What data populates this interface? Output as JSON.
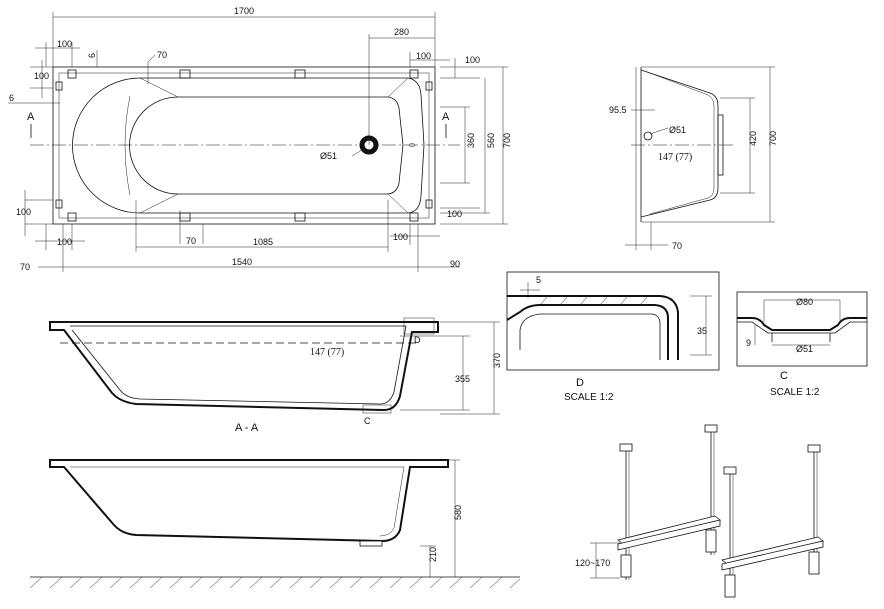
{
  "top_view": {
    "overall_length": "1700",
    "dim_280": "280",
    "dim_100_tl": "100",
    "dim_6_top": "6",
    "dim_70_top": "70",
    "dim_100_tr": "100",
    "dim_100_tr2": "100",
    "dim_100_left": "100",
    "dim_6_left": "6",
    "dim_360": "360",
    "dim_560": "560",
    "dim_700": "700",
    "drain_label": "Ø51",
    "dim_100_bl": "100",
    "dim_100_bl2": "100",
    "dim_100_br": "100",
    "dim_100_br2": "100",
    "dim_70_bottom": "70",
    "dim_1085": "1085",
    "dim_70_left": "70",
    "dim_1540": "1540",
    "dim_90": "90",
    "section_a1": "A",
    "section_a2": "A"
  },
  "side_view": {
    "dim_95_5": "95.5",
    "drain_label": "Ø51",
    "depth_label": "147 (77)",
    "dim_420": "420",
    "dim_700": "700",
    "dim_70": "70"
  },
  "detail_d": {
    "dim_5": "5",
    "dim_35": "35",
    "title": "D",
    "scale": "SCALE 1:2"
  },
  "detail_c": {
    "dim_80": "Ø80",
    "dim_9": "9",
    "dim_51": "Ø51",
    "title": "C",
    "scale": "SCALE 1:2"
  },
  "section_aa": {
    "depth_label": "147 (77)",
    "label_d": "D",
    "label_c": "C",
    "dim_355": "355",
    "dim_370": "370",
    "title": "A - A"
  },
  "elevation": {
    "dim_580": "580",
    "dim_210": "210"
  },
  "legs": {
    "adjust_range": "120~170"
  }
}
